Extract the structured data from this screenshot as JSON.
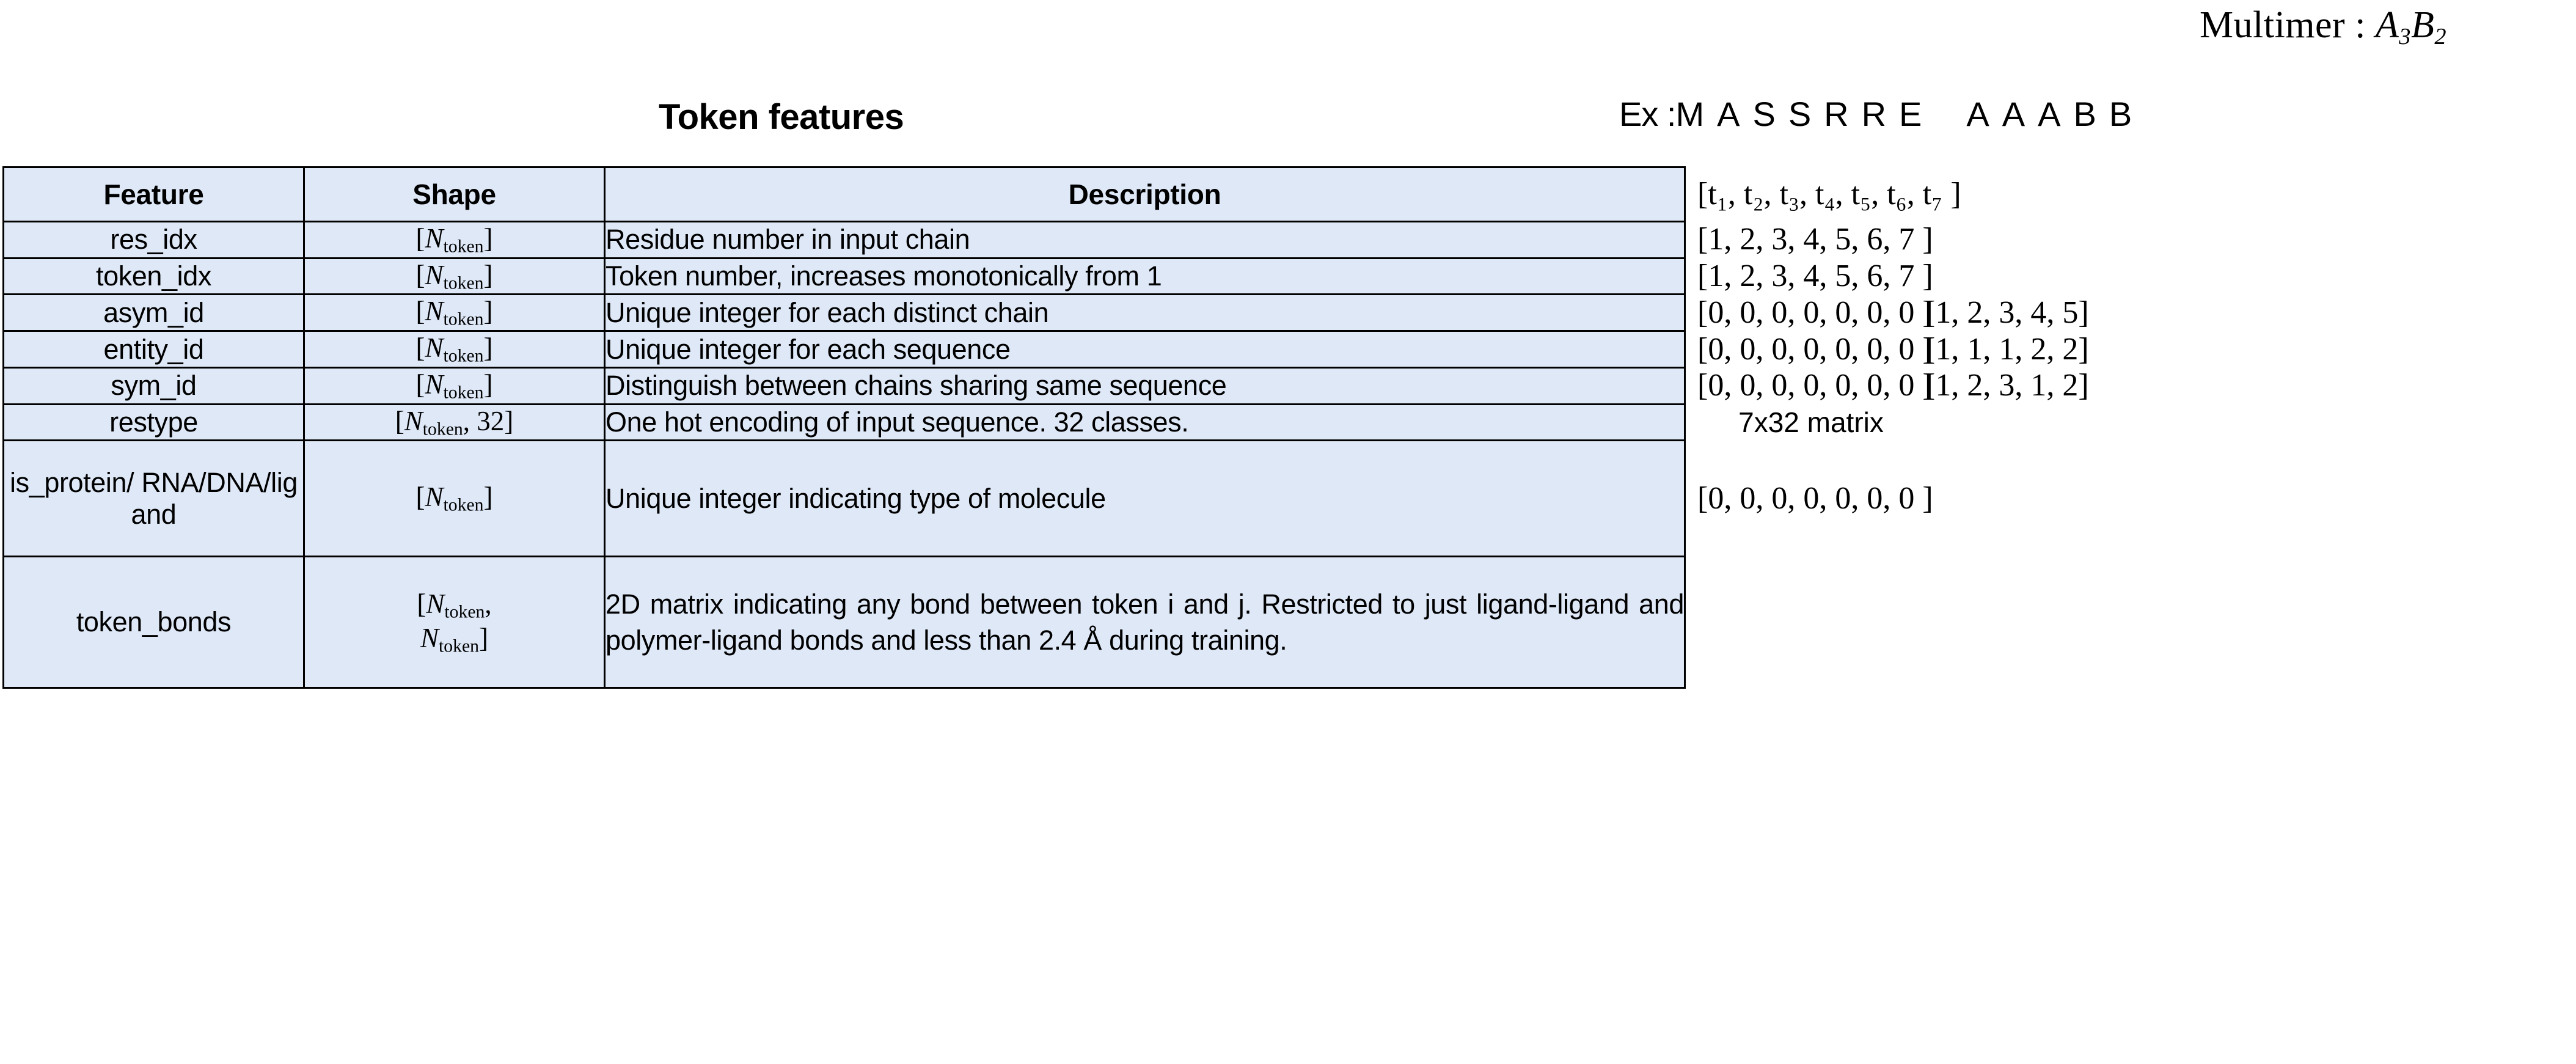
{
  "header": {
    "multimer_prefix": "Multimer : ",
    "multimer_chain_a": "A",
    "multimer_count_a": "3",
    "multimer_chain_b": "B",
    "multimer_count_b": "2",
    "title": "Token features",
    "example_prefix": "Ex :",
    "example_sequence_a": "MASSRRE",
    "example_sequence_b": "AAABB"
  },
  "table": {
    "columns": [
      "Feature",
      "Shape",
      "Description"
    ],
    "rows": [
      {
        "feature": "res_idx",
        "shape_symbol": "N",
        "shape_sub": "token",
        "shape_extra": "",
        "description": "Residue number in input chain"
      },
      {
        "feature": "token_idx",
        "shape_symbol": "N",
        "shape_sub": "token",
        "shape_extra": "",
        "description": "Token number, increases monotonically from 1"
      },
      {
        "feature": "asym_id",
        "shape_symbol": "N",
        "shape_sub": "token",
        "shape_extra": "",
        "description": "Unique integer for each distinct chain"
      },
      {
        "feature": "entity_id",
        "shape_symbol": "N",
        "shape_sub": "token",
        "shape_extra": "",
        "description": "Unique integer for each sequence"
      },
      {
        "feature": "sym_id",
        "shape_symbol": "N",
        "shape_sub": "token",
        "shape_extra": "",
        "description": "Distinguish between chains sharing same sequence"
      },
      {
        "feature": "restype",
        "shape_symbol": "N",
        "shape_sub": "token",
        "shape_extra": ", 32",
        "description": "One hot encoding of input sequence. 32 classes."
      },
      {
        "feature": "is_protein/ RNA/DNA/lig and",
        "shape_symbol": "N",
        "shape_sub": "token",
        "shape_extra": "",
        "description": "Unique integer indicating type of molecule"
      },
      {
        "feature": "token_bonds",
        "shape_symbol": "N",
        "shape_sub": "token",
        "shape_extra": "",
        "shape_symbol2": "N",
        "shape_sub2": "token",
        "description": "2D matrix indicating any bond between token i and j. Restricted to just ligand-ligand and polymer-ligand bonds and less than 2.4 Å during training."
      }
    ]
  },
  "examples": {
    "header_tokens": "t",
    "rows": [
      {
        "main": "[t₁, t₂, t₃, t₄, t₅, t₆, t₇ ]",
        "extra": ""
      },
      {
        "main": "[1,  2,  3,  4,  5,  6,  7 ]",
        "extra": ""
      },
      {
        "main": "[1,  2,  3,  4,  5,  6,  7 ]",
        "extra": ""
      },
      {
        "main": "[0,  0,  0,  0,  0,  0,  0 ]",
        "extra": "[1, 2, 3, 4, 5]"
      },
      {
        "main": "[0,  0,  0,  0,  0,  0,  0 ]",
        "extra": "[1, 1, 1, 2, 2]"
      },
      {
        "main": "[0,  0,  0,  0,  0,  0,  0 ]",
        "extra": "[1, 2, 3, 1, 2]"
      },
      {
        "main": "7x32 matrix",
        "extra": ""
      },
      {
        "main": "[0,  0,  0,  0,  0,  0,  0 ]",
        "extra": ""
      }
    ]
  },
  "colors": {
    "cell_background": "#dee8f7",
    "border": "#000000",
    "text": "#000000",
    "page_background": "#ffffff"
  }
}
